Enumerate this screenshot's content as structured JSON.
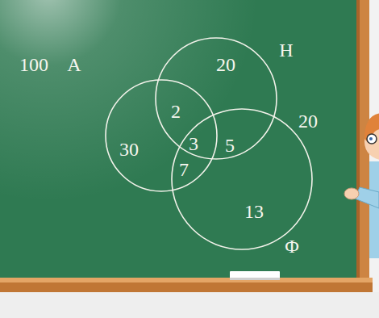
{
  "diagram": {
    "nodes": [
      {
        "text": [
          "A"
        ]
      },
      {
        "text": [
          "H"
        ]
      },
      {
        "text": [
          "Φ"
        ]
      }
    ],
    "labels": [
      "100",
      "20",
      "2",
      "30",
      "3",
      "5",
      "20",
      "7",
      "13"
    ]
  }
}
